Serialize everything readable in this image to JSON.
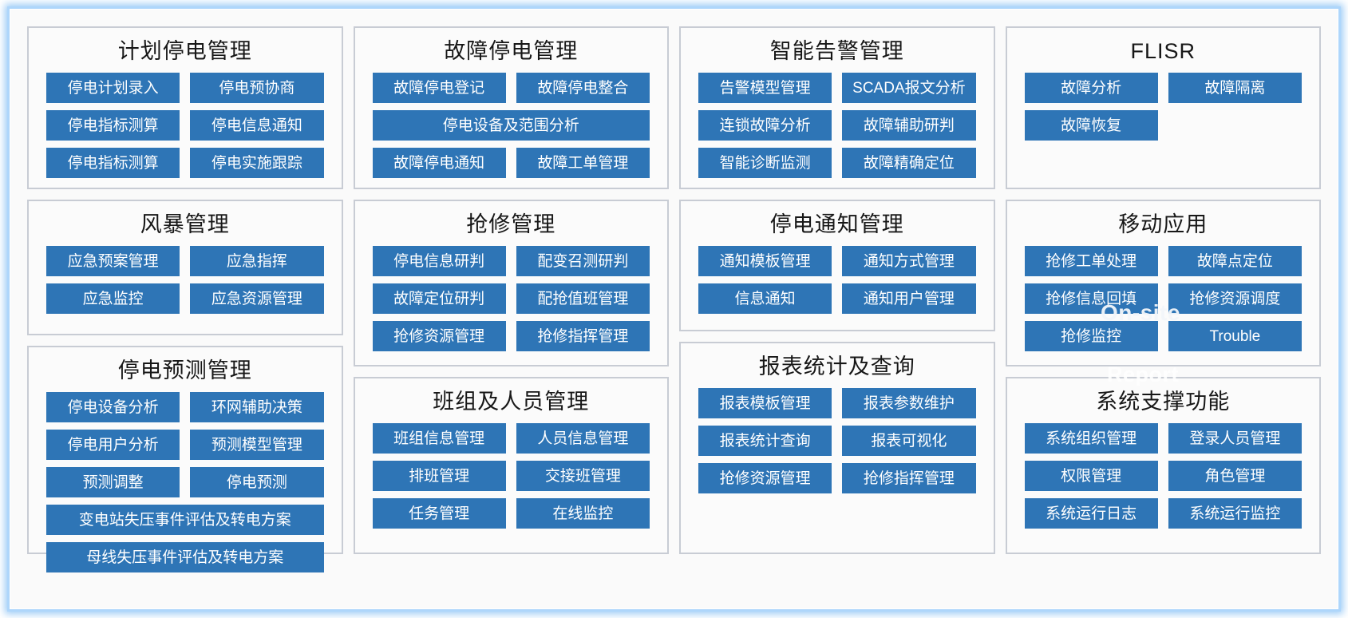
{
  "overlay": {
    "on_site": "On-site",
    "trouble": "Trouble",
    "report": "Report"
  },
  "columns": [
    {
      "panels": [
        {
          "name": "planned-outage-management",
          "title": "计划停电管理",
          "rows": [
            [
              "停电计划录入",
              "停电预协商"
            ],
            [
              "停电指标测算",
              "停电信息通知"
            ],
            [
              "停电指标测算",
              "停电实施跟踪"
            ]
          ]
        },
        {
          "name": "storm-management",
          "title": "风暴管理",
          "rows": [
            [
              "应急预案管理",
              "应急指挥"
            ],
            [
              "应急监控",
              "应急资源管理"
            ]
          ]
        },
        {
          "name": "outage-forecast-management",
          "title": "停电预测管理",
          "rows": [
            [
              "停电设备分析",
              "环网辅助决策"
            ],
            [
              "停电用户分析",
              "预测模型管理"
            ],
            [
              "预测调整",
              "停电预测"
            ],
            [
              "变电站失压事件评估及转电方案"
            ],
            [
              "母线失压事件评估及转电方案"
            ]
          ]
        }
      ]
    },
    {
      "panels": [
        {
          "name": "fault-outage-management",
          "title": "故障停电管理",
          "rows": [
            [
              "故障停电登记",
              "故障停电整合"
            ],
            [
              "停电设备及范围分析"
            ],
            [
              "故障停电通知",
              "故障工单管理"
            ]
          ]
        },
        {
          "name": "emergency-repair-management",
          "title": "抢修管理",
          "rows": [
            [
              "停电信息研判",
              "配变召测研判"
            ],
            [
              "故障定位研判",
              "配抢值班管理"
            ],
            [
              "抢修资源管理",
              "抢修指挥管理"
            ]
          ]
        },
        {
          "name": "team-and-personnel-management",
          "title": "班组及人员管理",
          "rows": [
            [
              "班组信息管理",
              "人员信息管理"
            ],
            [
              "排班管理",
              "交接班管理"
            ],
            [
              "任务管理",
              "在线监控"
            ]
          ]
        }
      ]
    },
    {
      "panels": [
        {
          "name": "intelligent-alarm-management",
          "title": "智能告警管理",
          "rows": [
            [
              "告警模型管理",
              "SCADA报文分析"
            ],
            [
              "连锁故障分析",
              "故障辅助研判"
            ],
            [
              "智能诊断监测",
              "故障精确定位"
            ]
          ]
        },
        {
          "name": "outage-notification-management",
          "title": "停电通知管理",
          "rows": [
            [
              "通知模板管理",
              "通知方式管理"
            ],
            [
              "信息通知",
              "通知用户管理"
            ]
          ]
        },
        {
          "name": "report-statistics-and-query",
          "title": "报表统计及查询",
          "rows": [
            [
              "报表模板管理",
              "报表参数维护"
            ],
            [
              "报表统计查询",
              "报表可视化"
            ],
            [
              "抢修资源管理",
              "抢修指挥管理"
            ]
          ]
        }
      ]
    },
    {
      "panels": [
        {
          "name": "flisr",
          "title": "FLISR",
          "rows": [
            [
              "故障分析",
              "故障隔离"
            ],
            [
              "故障恢复",
              ""
            ]
          ]
        },
        {
          "name": "mobile-application",
          "title": "移动应用",
          "rows": [
            [
              "抢修工单处理",
              "故障点定位"
            ],
            [
              "抢修信息回填",
              "抢修资源调度"
            ],
            [
              "抢修监控",
              "Trouble"
            ]
          ]
        },
        {
          "name": "system-support-functions",
          "title": "系统支撑功能",
          "rows": [
            [
              "系统组织管理",
              "登录人员管理"
            ],
            [
              "权限管理",
              "角色管理"
            ],
            [
              "系统运行日志",
              "系统运行监控"
            ]
          ]
        }
      ]
    }
  ]
}
